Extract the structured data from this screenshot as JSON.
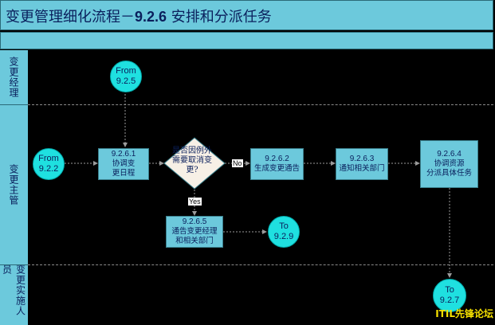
{
  "title": {
    "prefix": "变更管理细化流程－",
    "number": "9.2.6",
    "suffix": " 安排和分派任务"
  },
  "lanes": [
    {
      "label": "变更经理"
    },
    {
      "label": "变更主管"
    },
    {
      "label": "变更实施人员"
    }
  ],
  "connectors": {
    "from_925": {
      "line1": "From",
      "line2": "9.2.5"
    },
    "from_922": {
      "line1": "From",
      "line2": "9.2.2"
    },
    "to_929": {
      "line1": "To",
      "line2": "9.2.9"
    },
    "to_927": {
      "line1": "To",
      "line2": "9.2.7"
    }
  },
  "steps": {
    "s9261": {
      "num": "9.2.6.1",
      "label1": "协调变",
      "label2": "更日程"
    },
    "s9262": {
      "num": "9.2.6.2",
      "label1": "生成变更通告",
      "label2": ""
    },
    "s9263": {
      "num": "9.2.6.3",
      "label1": "通知相关部门",
      "label2": ""
    },
    "s9264": {
      "num": "9.2.6.4",
      "label1": "协调资源",
      "label2": "分派具体任务"
    },
    "s9265": {
      "num": "9.2.6.5",
      "label1": "通告变更经理",
      "label2": "和相关部门"
    }
  },
  "decision": {
    "line1": "是否因例外",
    "line2": "需要取消变",
    "line3": "更?"
  },
  "branch_labels": {
    "no": "No",
    "yes": "Yes"
  },
  "watermark": "ITIL先锋论坛",
  "colors": {
    "panel": "#6cc9dc",
    "connector": "#1fe0e0",
    "background": "#000000",
    "text": "#0a1f5c"
  }
}
